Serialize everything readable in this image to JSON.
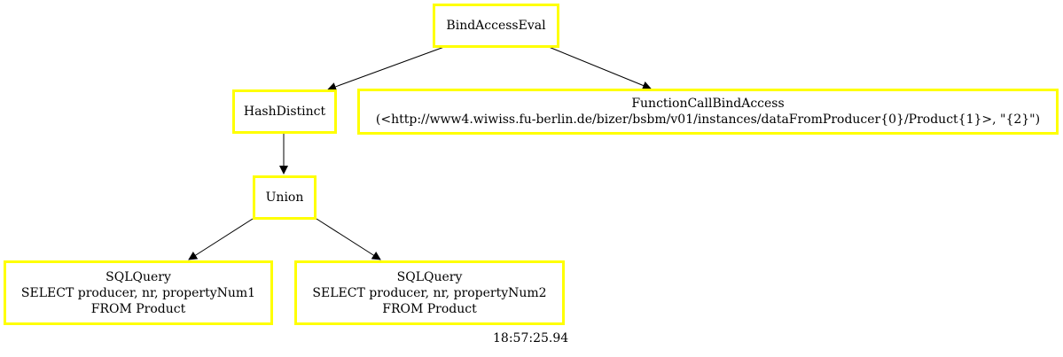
{
  "colors": {
    "node_border": "#ffff00",
    "edge": "#000000",
    "background": "#ffffff"
  },
  "nodes": {
    "bind_access_eval": {
      "lines": [
        "BindAccessEval"
      ]
    },
    "hash_distinct": {
      "lines": [
        "HashDistinct"
      ]
    },
    "function_call_bind_access": {
      "lines": [
        "FunctionCallBindAccess",
        "(<http://www4.wiwiss.fu-berlin.de/bizer/bsbm/v01/instances/dataFromProducer{0}/Product{1}>, \"{2}\")"
      ]
    },
    "union": {
      "lines": [
        "Union"
      ]
    },
    "sql_query_1": {
      "lines": [
        "SQLQuery",
        "SELECT producer, nr, propertyNum1",
        "FROM Product"
      ]
    },
    "sql_query_2": {
      "lines": [
        "SQLQuery",
        "SELECT producer, nr, propertyNum2",
        "FROM Product"
      ]
    }
  },
  "edges": [
    {
      "from": "bind_access_eval",
      "to": "hash_distinct"
    },
    {
      "from": "bind_access_eval",
      "to": "function_call_bind_access"
    },
    {
      "from": "hash_distinct",
      "to": "union"
    },
    {
      "from": "union",
      "to": "sql_query_1"
    },
    {
      "from": "union",
      "to": "sql_query_2"
    }
  ],
  "timestamp": "18:57:25.94"
}
